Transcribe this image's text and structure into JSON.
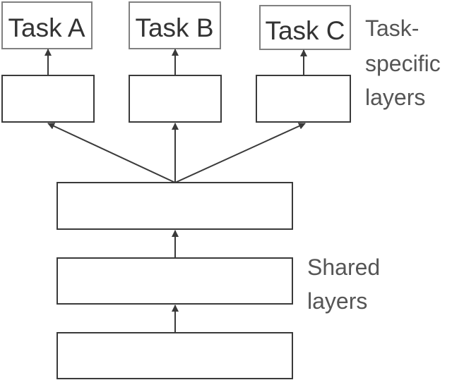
{
  "tasks": [
    {
      "label": "Task A"
    },
    {
      "label": "Task B"
    },
    {
      "label": "Task C"
    }
  ],
  "annotations": {
    "task_specific": [
      "Task-",
      "specific",
      "layers"
    ],
    "shared": [
      "Shared",
      "layers"
    ]
  },
  "colors": {
    "box_stroke": "#3a3a3a",
    "task_box_stroke": "#808080",
    "text": "#333333",
    "annotation_text": "#555555"
  }
}
